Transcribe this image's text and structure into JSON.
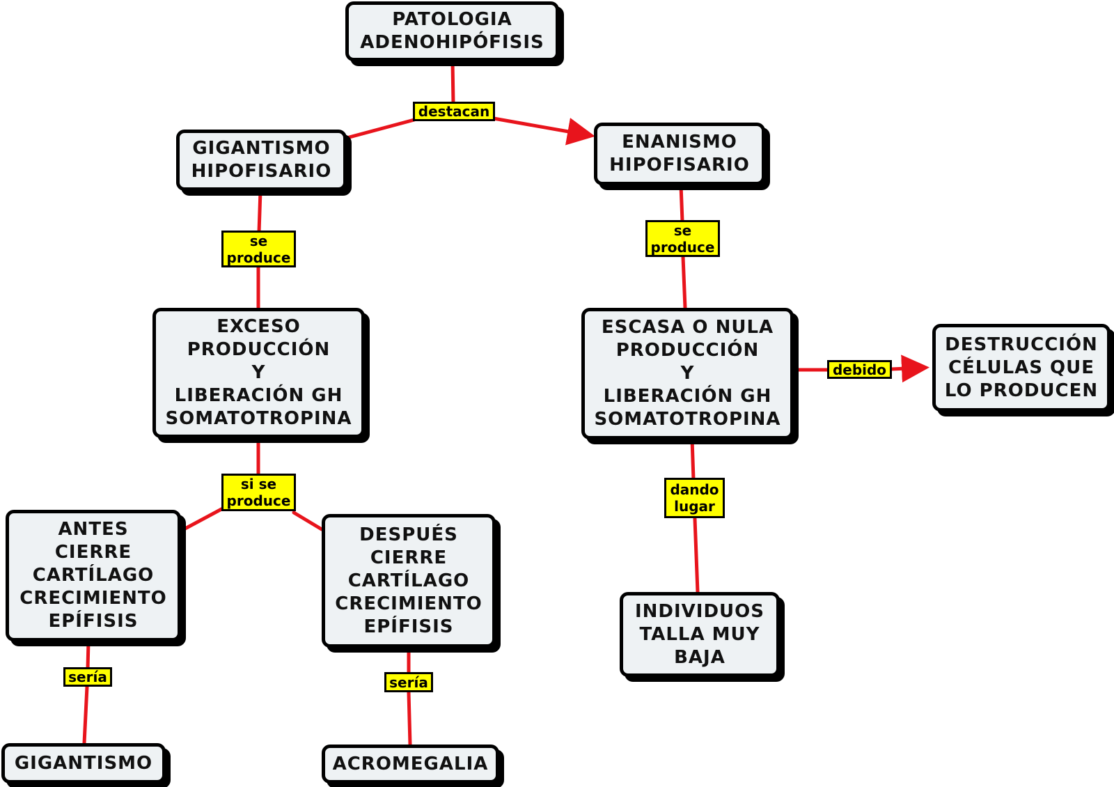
{
  "colors": {
    "link": "#e8141c",
    "node_fill": "#eef2f4",
    "label_fill": "#ffff00"
  },
  "nodes": {
    "patologia": "PATOLOGIA\nADENOHIPÓFISIS",
    "gigantismo_hipofisario": "GIGANTISMO\nHIPOFISARIO",
    "enanismo_hipofisario": "ENANISMO\nHIPOFISARIO",
    "exceso_produccion": "EXCESO\nPRODUCCIÓN\nY\nLIBERACIÓN GH\nSOMATOTROPINA",
    "escasa_produccion": "ESCASA O NULA\nPRODUCCIÓN\nY\nLIBERACIÓN GH\nSOMATOTROPINA",
    "destruccion_celulas": "DESTRUCCIÓN\nCÉLULAS QUE\nLO PRODUCEN",
    "antes_cierre": "ANTES\nCIERRE\nCARTÍLAGO\nCRECIMIENTO\nEPÍFISIS",
    "despues_cierre": "DESPUÉS\nCIERRE\nCARTÍLAGO\nCRECIMIENTO\nEPÍFISIS",
    "individuos_talla": "INDIVIDUOS\nTALLA MUY\nBAJA",
    "gigantismo": "GIGANTISMO",
    "acromegalia": "ACROMEGALIA"
  },
  "links": {
    "destacan": "destacan",
    "se_produce_left": "se\nproduce",
    "se_produce_right": "se\nproduce",
    "si_se_produce": "si se\nproduce",
    "debido": "debido",
    "dando_lugar": "dando\nlugar",
    "seria_left": "sería",
    "seria_right": "sería"
  }
}
